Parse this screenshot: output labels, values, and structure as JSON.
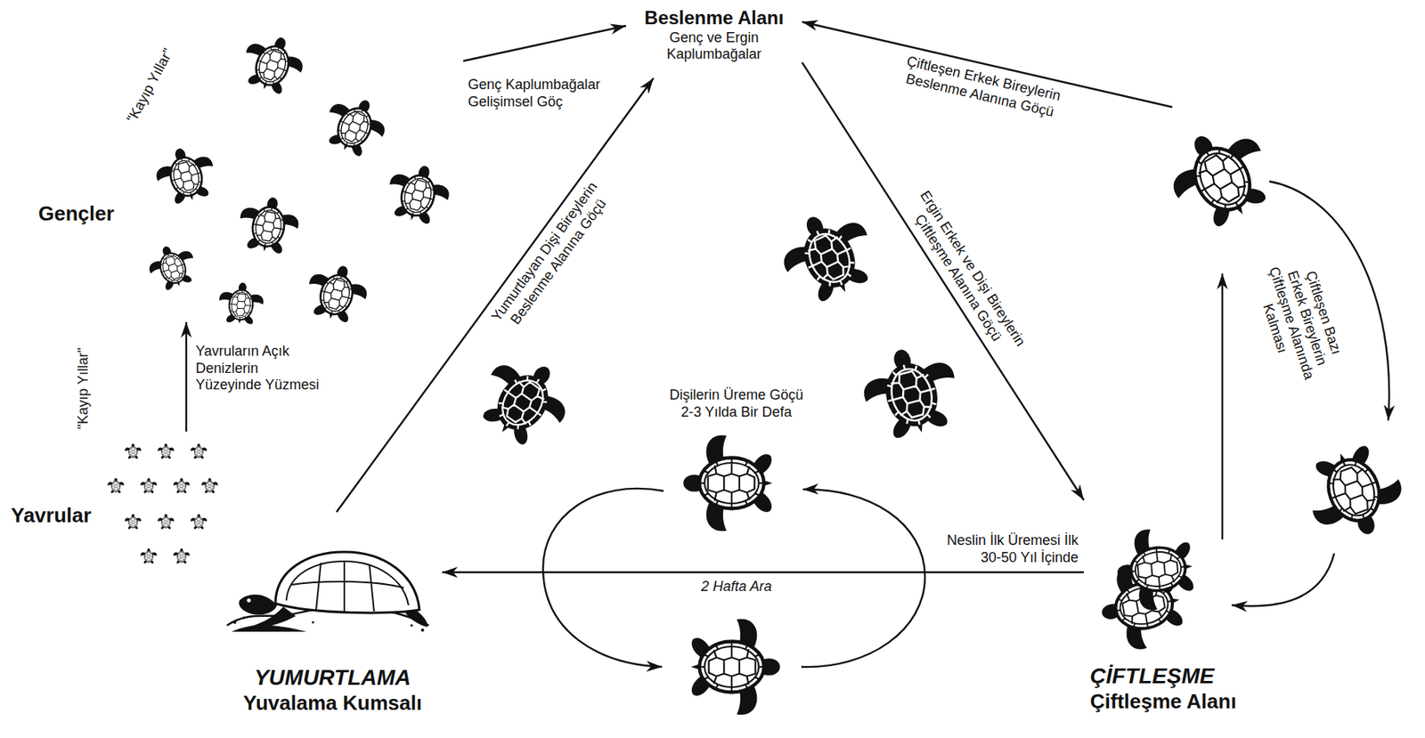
{
  "diagram": {
    "nodes": [
      {
        "text": [
          "Beslenme Alanı",
          "Genç ve Ergin Kaplumbağalar"
        ]
      },
      {
        "text": [
          "Gençler"
        ]
      },
      {
        "text": [
          "Yavrular"
        ]
      },
      {
        "text": [
          "YUMURTLAMA",
          "Yuvalama Kumsalı"
        ]
      },
      {
        "text": [
          "ÇİFTLEŞME",
          "Çiftleşme Alanı"
        ]
      }
    ],
    "edges": [
      {
        "from": 2,
        "to": 1,
        "arrow": "to",
        "label": "Yavruların Açık Denizlerin Yüzeyinde Yüzmesi"
      },
      {
        "from": 1,
        "to": 0,
        "arrow": "to",
        "label": "Genç Kaplumbağalar Gelişimsel Göç"
      },
      {
        "from": 3,
        "to": 0,
        "arrow": "to",
        "label": "Yumurtlayan Dişi Bireylerin Beslenme Alanına Göçü"
      },
      {
        "from": 0,
        "to": 4,
        "arrow": "to",
        "label": "Ergin Erkek ve Dişi Bireylerin Çiftleşme Alanına Göçü"
      },
      {
        "from": 4,
        "to": 0,
        "arrow": "to",
        "label": "Çiftleşen Erkek Bireylerin Beslenme Alanına Göçü"
      },
      {
        "from": 4,
        "to": 3,
        "arrow": "to",
        "label": "Neslin İlk Üremesi İlk 30-50 Yıl İçinde"
      }
    ],
    "labels": [
      "\"Kayıp Yıllar\"",
      "\"Kayıp Yıllar\"",
      "Dişilerin Üreme Göçü 2-3 Yılda Bir Defa",
      "2 Hafta Ara",
      "Çiftleşen Bazı Erkek Bireylerin Çiftleşme Alanında Kalması"
    ]
  }
}
